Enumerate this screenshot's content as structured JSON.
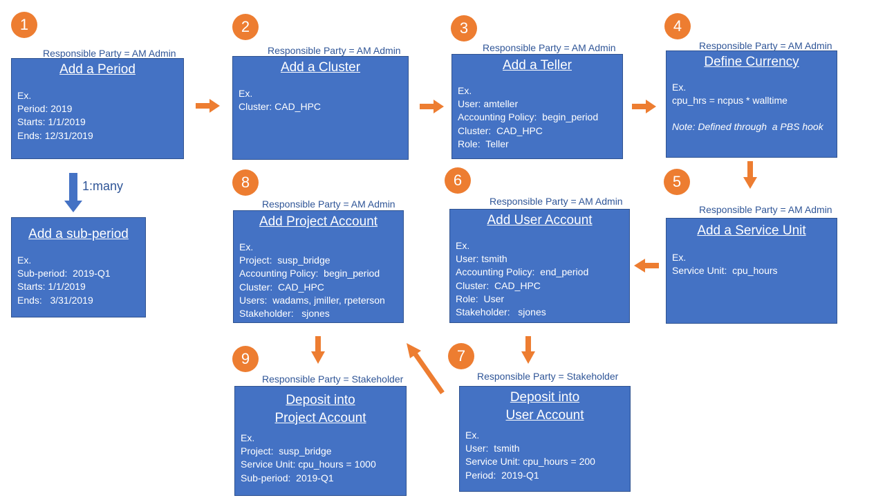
{
  "colors": {
    "box_fill": "#4472C4",
    "box_border": "#2F528F",
    "accent": "#ED7D31",
    "label_text": "#2F5597",
    "down_arrow": "#4472C4"
  },
  "steps": [
    {
      "number": "1",
      "responsible": "Responsible Party = AM Admin",
      "title": "Add a Period",
      "lines": [
        "Ex.",
        "Period: 2019",
        "Starts: 1/1/2019",
        "Ends: 12/31/2019"
      ]
    },
    {
      "number": "",
      "responsible": "",
      "title": "Add a sub-period",
      "lines": [
        "Ex.",
        "Sub-period:  2019-Q1",
        "Starts: 1/1/2019",
        "Ends:   3/31/2019"
      ]
    },
    {
      "number": "2",
      "responsible": "Responsible Party = AM Admin",
      "title": "Add a Cluster",
      "lines": [
        "Ex.",
        "Cluster: CAD_HPC"
      ]
    },
    {
      "number": "3",
      "responsible": "Responsible Party = AM Admin",
      "title": "Add a Teller",
      "lines": [
        "Ex.",
        "User: amteller",
        "Accounting Policy:  begin_period",
        "Cluster:  CAD_HPC",
        "Role:  Teller"
      ]
    },
    {
      "number": "4",
      "responsible": "Responsible Party = AM Admin",
      "title": "Define  Currency",
      "lines": [
        "Ex.",
        "cpu_hrs = ncpus * walltime"
      ],
      "note": "Note: Defined through  a PBS hook"
    },
    {
      "number": "5",
      "responsible": "Responsible Party = AM Admin",
      "title": "Add a Service  Unit",
      "lines": [
        "Ex.",
        "Service Unit:  cpu_hours"
      ]
    },
    {
      "number": "6",
      "responsible": "Responsible Party = AM Admin",
      "title": "Add User Account",
      "lines": [
        "Ex.",
        "User: tsmith",
        "Accounting Policy:  end_period",
        "Cluster:  CAD_HPC",
        "Role:  User",
        "Stakeholder:   sjones"
      ]
    },
    {
      "number": "8",
      "responsible": "Responsible Party = AM Admin",
      "title": "Add Project  Account",
      "lines": [
        "Ex.",
        "Project:  susp_bridge",
        "Accounting Policy:  begin_period",
        "Cluster:  CAD_HPC",
        "Users:  wadams, jmiller, rpeterson",
        "Stakeholder:   sjones"
      ]
    },
    {
      "number": "7",
      "responsible": "Responsible Party = Stakeholder",
      "title": "Deposit into",
      "title2": "User Account",
      "lines": [
        "Ex.",
        "User:  tsmith",
        "Service Unit: cpu_hours = 200",
        "Period:  2019-Q1"
      ]
    },
    {
      "number": "9",
      "responsible": "Responsible Party = Stakeholder",
      "title": "Deposit into",
      "title2": "Project Account",
      "lines": [
        "Ex.",
        "Project:  susp_bridge",
        "Service Unit: cpu_hours = 1000",
        "Sub-period:  2019-Q1"
      ]
    }
  ],
  "relation_label": "1:many"
}
